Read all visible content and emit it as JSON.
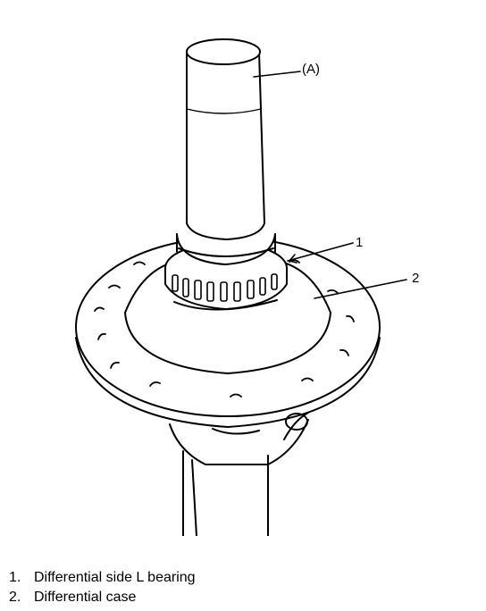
{
  "callouts": {
    "tool": "(A)",
    "bearing": "1",
    "case": "2"
  },
  "legend": [
    {
      "number": "1.",
      "text": "Differential side L bearing"
    },
    {
      "number": "2.",
      "text": "Differential case"
    }
  ]
}
